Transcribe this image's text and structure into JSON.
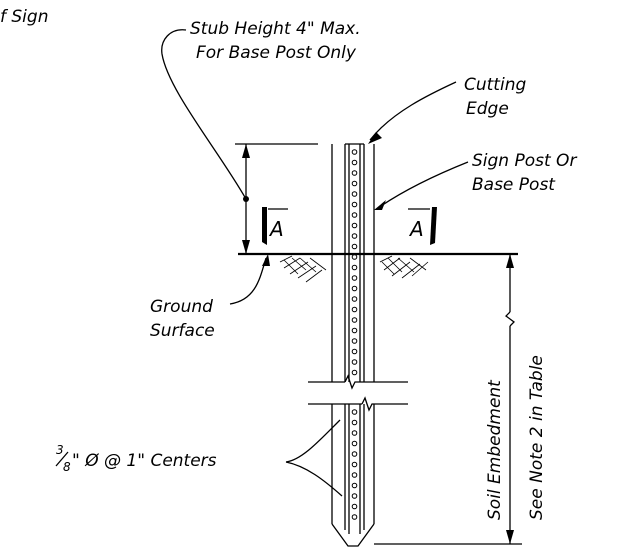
{
  "labels": {
    "top_left_fragment": "f Sign",
    "stub_line1": "Stub Height 4\" Max.",
    "stub_line2": "For Base Post Only",
    "cutting_line1": "Cutting",
    "cutting_line2": "Edge",
    "signpost_line1": "Sign Post Or",
    "signpost_line2": "Base Post",
    "ground_line1": "Ground",
    "ground_line2": "Surface",
    "holes_fraction_num": "3",
    "holes_fraction_den": "8",
    "holes_rest": "\"  Ø  @ 1\" Centers",
    "soil_embedment": "Soil Embedment",
    "see_note": "See Note 2 in Table",
    "section_left": "A",
    "section_right": "A"
  }
}
